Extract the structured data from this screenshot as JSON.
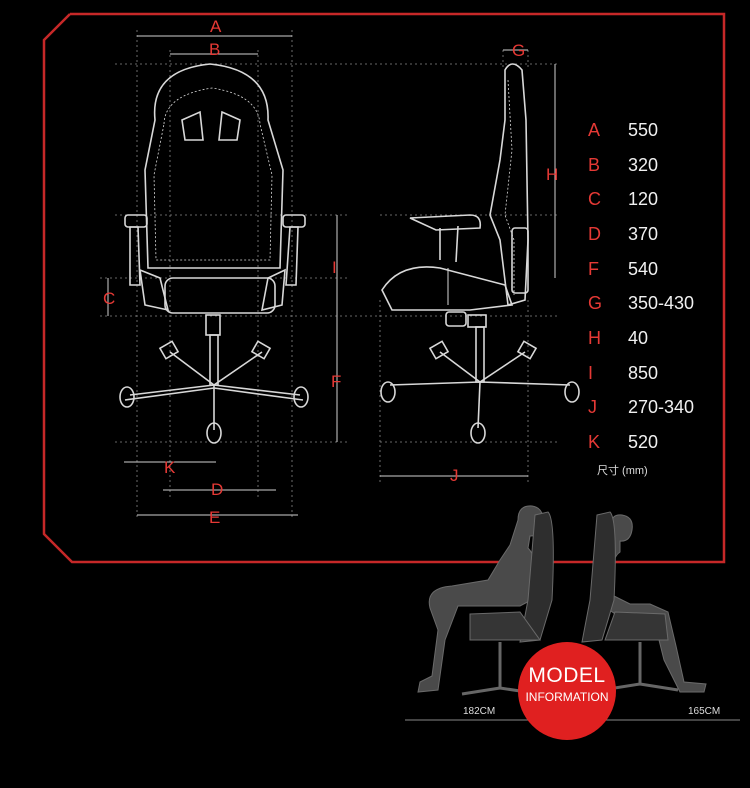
{
  "dimension_labels": {
    "A": "A",
    "B": "B",
    "C": "C",
    "D": "D",
    "E": "E",
    "F": "F",
    "G": "G",
    "H": "H",
    "I": "I",
    "J": "J",
    "K": "K"
  },
  "specs": [
    {
      "letter": "A",
      "value": "550"
    },
    {
      "letter": "B",
      "value": "320"
    },
    {
      "letter": "C",
      "value": "120"
    },
    {
      "letter": "D",
      "value": "370"
    },
    {
      "letter": "F",
      "value": "540"
    },
    {
      "letter": "G",
      "value": "350-430"
    },
    {
      "letter": "H",
      "value": "40"
    },
    {
      "letter": "I",
      "value": "850"
    },
    {
      "letter": "J",
      "value": "270-340"
    },
    {
      "letter": "K",
      "value": "520"
    }
  ],
  "unit": "尺寸 (mm)",
  "badge": {
    "title": "MODEL",
    "subtitle": "INFORMATION"
  },
  "heights": {
    "left": "182CM",
    "right": "165CM"
  },
  "colors": {
    "accent": "#e53935",
    "frame": "#c62828",
    "line": "#cfcfcf",
    "background": "#000000"
  }
}
